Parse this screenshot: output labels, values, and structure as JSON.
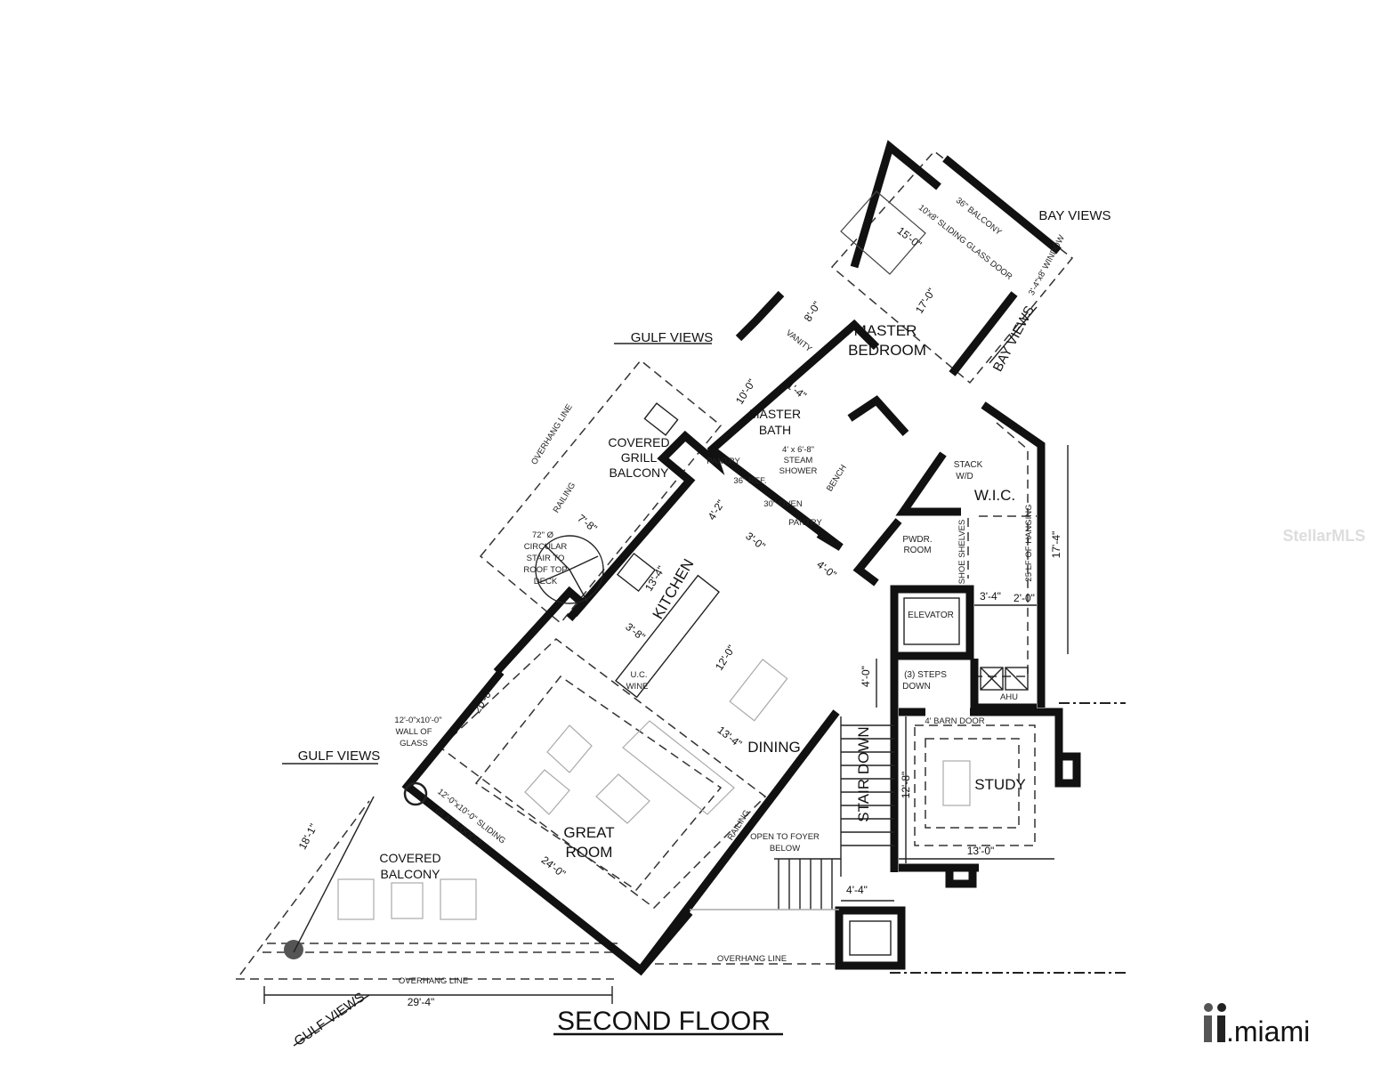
{
  "title": "SECOND FLOOR",
  "rooms": {
    "master_bedroom": [
      "MASTER",
      "BEDROOM"
    ],
    "master_bath": [
      "MASTER",
      "BATH"
    ],
    "grill_balcony": [
      "COVERED",
      "GRILL",
      "BALCONY"
    ],
    "kitchen": "KITCHEN",
    "dining": "DINING",
    "great_room": [
      "GREAT",
      "ROOM"
    ],
    "covered_balcony": [
      "COVERED",
      "BALCONY"
    ],
    "study": "STUDY",
    "wic": "W.I.C.",
    "stair_down": "STAIR DOWN",
    "elevator": "ELEVATOR",
    "powder_room": [
      "PWDR.",
      "ROOM"
    ]
  },
  "views": {
    "gulf_top": "GULF VIEWS",
    "gulf_left": "GULF VIEWS",
    "gulf_bottom": "GULF VIEWS",
    "bay_top": "BAY VIEWS",
    "bay_right": "BAY VIEWS"
  },
  "dimensions": {
    "bed_width": "15'-0\"",
    "bed_depth": "17'-0\"",
    "vanity_len": "8'-0\"",
    "bath_depth": "10'-0\"",
    "bath_width": "11'-4\"",
    "kitchen_aisle": "4'-2\"",
    "island_width": "3'-0\"",
    "aisle_right": "4'-0\"",
    "kitchen_len": "13'-4\"",
    "kitchen_aisle2": "3'-8\"",
    "island_len": "12'-0\"",
    "stair_radius": "7'-8\"",
    "great_depth": "20'-0\"",
    "dining_width": "13'-4\"",
    "great_width": "24'-0\"",
    "balcony_side": "18'-1\"",
    "balcony_len": "29'-4\"",
    "wic_len": "17'-4\"",
    "wic_a": "3'-4\"",
    "wic_b": "2'-0\"",
    "steps": "4'-0\"",
    "study_depth": "12'-8\"",
    "study_width": "13'-0\"",
    "stair_width": "4'-4\""
  },
  "notes": {
    "balcony36": "36\" BALCONY",
    "slider_bed": "10'x8' SLIDING GLASS DOOR",
    "window_bed": "3'-4\"x8' WINDOW",
    "vanity": "VANITY",
    "circ_stair": [
      "72\" Ø",
      "CIRCULAR",
      "STAIR TO",
      "ROOF TOP",
      "DECK"
    ],
    "pantry1": "PANTRY",
    "ref": "36\" REF.",
    "oven": "30\" OVEN",
    "pantry2": "PANTRY",
    "steam": [
      "4' x 6'-8\"",
      "STEAM",
      "SHOWER"
    ],
    "bench": "BENCH",
    "stack": [
      "STACK",
      "W/D"
    ],
    "shoe": "SHOE SHELVES",
    "hanging": "25 LF OF HANGING",
    "steps_down": [
      "(3) STEPS",
      "DOWN"
    ],
    "ahu": "AHU",
    "barn_door": "4' BARN DOOR",
    "open_foyer": [
      "OPEN TO FOYER",
      "BELOW"
    ],
    "railing1": "RAILING",
    "railing2": "RAILING",
    "overhang1": "OVERHANG LINE",
    "overhang2": "OVERHANG LINE",
    "overhang3": "OVERHANG LINE",
    "wall_glass": [
      "12'-0\"x10'-0\"",
      "WALL OF",
      "GLASS"
    ],
    "slider_great": [
      "12'-0\"x10'-0\" SLIDING",
      "GLASS DOOR"
    ],
    "uc_wine": [
      "U.C.",
      "WINE"
    ]
  },
  "watermark": "StellarMLS",
  "logo": ".miami"
}
